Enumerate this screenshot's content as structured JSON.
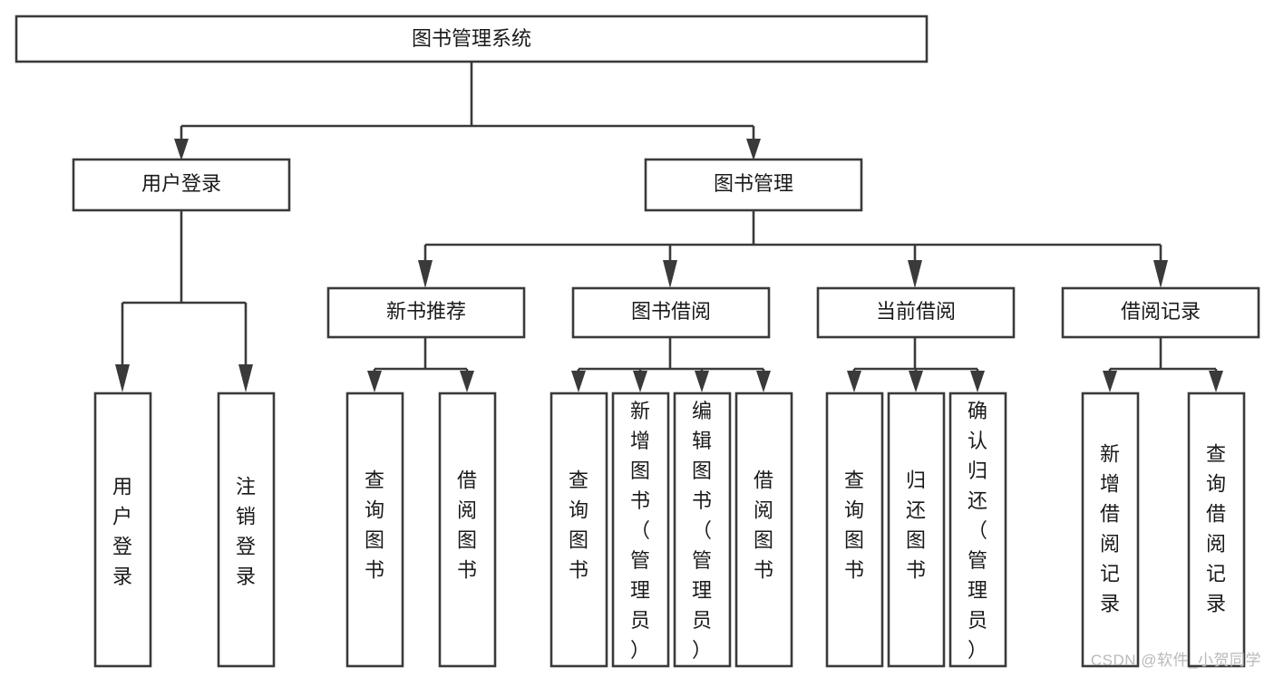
{
  "diagram": {
    "title": "图书管理系统",
    "type": "tree",
    "watermark": "CSDN @软件_小贺同学",
    "colors": {
      "stroke": "#3a3a3a",
      "box_fill": "#ffffff",
      "text": "#1a1a1a",
      "watermark": "#b9b9b9",
      "background": "#ffffff"
    },
    "nodes": {
      "root": {
        "label": "图书管理系统"
      },
      "level2": [
        {
          "id": "user-login",
          "label": "用户登录"
        },
        {
          "id": "book-manage",
          "label": "图书管理"
        }
      ],
      "level3": [
        {
          "id": "new-book-recommend",
          "label": "新书推荐",
          "parent": "book-manage"
        },
        {
          "id": "book-borrow",
          "label": "图书借阅",
          "parent": "book-manage"
        },
        {
          "id": "current-borrow",
          "label": "当前借阅",
          "parent": "book-manage"
        },
        {
          "id": "borrow-record",
          "label": "借阅记录",
          "parent": "book-manage"
        }
      ],
      "leaves": {
        "user-login": [
          {
            "id": "leaf-user-login",
            "label": "用户登录"
          },
          {
            "id": "leaf-user-logout",
            "label": "注销登录"
          }
        ],
        "new-book-recommend": [
          {
            "id": "leaf-query-book-1",
            "label": "查询图书"
          },
          {
            "id": "leaf-borrow-book-1",
            "label": "借阅图书"
          }
        ],
        "book-borrow": [
          {
            "id": "leaf-query-book-2",
            "label": "查询图书"
          },
          {
            "id": "leaf-add-book",
            "label": "新增图书（管理员）"
          },
          {
            "id": "leaf-edit-book",
            "label": "编辑图书（管理员）"
          },
          {
            "id": "leaf-borrow-book-2",
            "label": "借阅图书"
          }
        ],
        "current-borrow": [
          {
            "id": "leaf-query-book-3",
            "label": "查询图书"
          },
          {
            "id": "leaf-return-book",
            "label": "归还图书"
          },
          {
            "id": "leaf-confirm-return",
            "label": "确认归还（管理员）"
          }
        ],
        "borrow-record": [
          {
            "id": "leaf-add-record",
            "label": "新增借阅记录"
          },
          {
            "id": "leaf-query-record",
            "label": "查询借阅记录"
          }
        ]
      }
    }
  }
}
